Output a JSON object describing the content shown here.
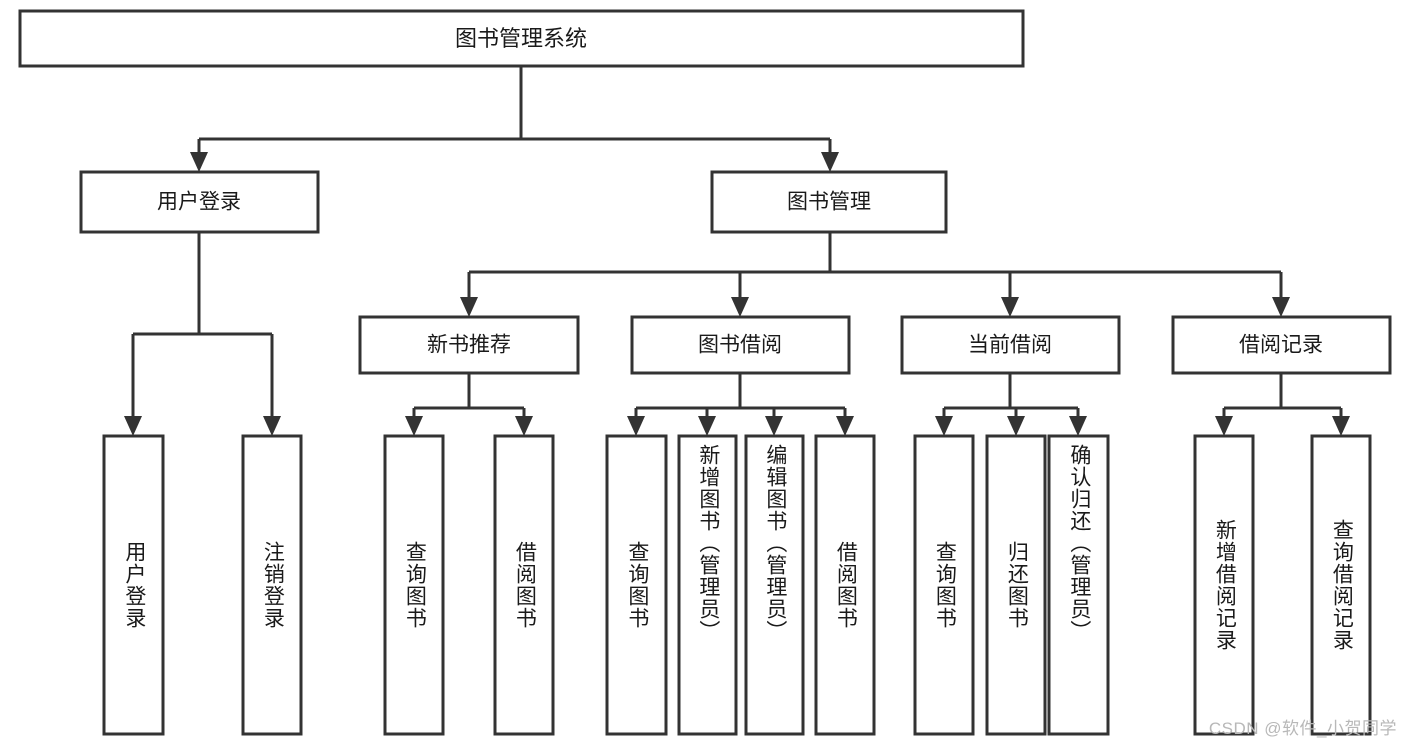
{
  "diagram": {
    "type": "hierarchy-tree",
    "title": "图书管理系统",
    "watermark": "CSDN @软件_小贺同学",
    "colors": {
      "box_stroke": "#333333",
      "box_fill": "#ffffff",
      "text": "#1a1a1a",
      "background": "#ffffff",
      "watermark": "#b8b8b8"
    },
    "root": {
      "id": "root",
      "label": "图书管理系统"
    },
    "level1": [
      {
        "id": "user-login",
        "label": "用户登录"
      },
      {
        "id": "book-manage",
        "label": "图书管理"
      }
    ],
    "level2": [
      {
        "id": "new-book-recommend",
        "label": "新书推荐",
        "parent": "book-manage"
      },
      {
        "id": "book-borrow",
        "label": "图书借阅",
        "parent": "book-manage"
      },
      {
        "id": "current-borrow",
        "label": "当前借阅",
        "parent": "book-manage"
      },
      {
        "id": "borrow-record",
        "label": "借阅记录",
        "parent": "book-manage"
      }
    ],
    "leaves": [
      {
        "id": "leaf-user-login",
        "label": "用户登录",
        "parent": "user-login"
      },
      {
        "id": "leaf-logout-login",
        "label": "注销登录",
        "parent": "user-login"
      },
      {
        "id": "leaf-query-book-1",
        "label": "查询图书",
        "parent": "new-book-recommend"
      },
      {
        "id": "leaf-borrow-book-1",
        "label": "借阅图书",
        "parent": "new-book-recommend"
      },
      {
        "id": "leaf-query-book-2",
        "label": "查询图书",
        "parent": "book-borrow"
      },
      {
        "id": "leaf-add-book",
        "label": "新增图书（管理员）",
        "parent": "book-borrow"
      },
      {
        "id": "leaf-edit-book",
        "label": "编辑图书（管理员）",
        "parent": "book-borrow"
      },
      {
        "id": "leaf-borrow-book-2",
        "label": "借阅图书",
        "parent": "book-borrow"
      },
      {
        "id": "leaf-query-book-3",
        "label": "查询图书",
        "parent": "current-borrow"
      },
      {
        "id": "leaf-return-book",
        "label": "归还图书",
        "parent": "current-borrow"
      },
      {
        "id": "leaf-confirm-return",
        "label": "确认归还（管理员）",
        "parent": "current-borrow"
      },
      {
        "id": "leaf-add-record",
        "label": "新增借阅记录",
        "parent": "borrow-record"
      },
      {
        "id": "leaf-query-record",
        "label": "查询借阅记录",
        "parent": "borrow-record"
      }
    ]
  }
}
